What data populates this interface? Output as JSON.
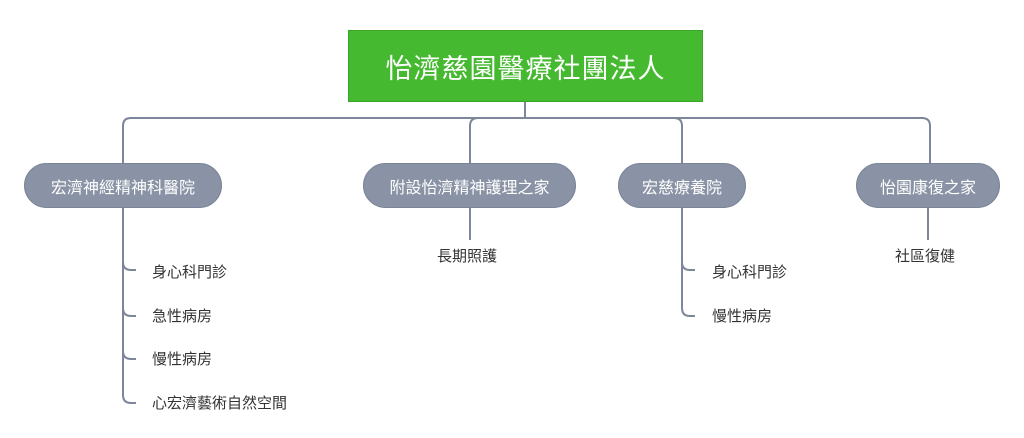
{
  "root": {
    "label": "怡濟慈園醫療社團法人"
  },
  "branches": [
    {
      "label": "宏濟神經精神科醫院",
      "children": [
        "身心科門診",
        "急性病房",
        "慢性病房",
        "心宏濟藝術自然空間"
      ]
    },
    {
      "label": "附設怡濟精神護理之家",
      "children": [
        "長期照護"
      ]
    },
    {
      "label": "宏慈療養院",
      "children": [
        "身心科門診",
        "慢性病房"
      ]
    },
    {
      "label": "怡園康復之家",
      "children": [
        "社區復健"
      ]
    }
  ],
  "colors": {
    "root": "#45b92f",
    "node": "#8a93a5",
    "line": "#7d869a"
  }
}
